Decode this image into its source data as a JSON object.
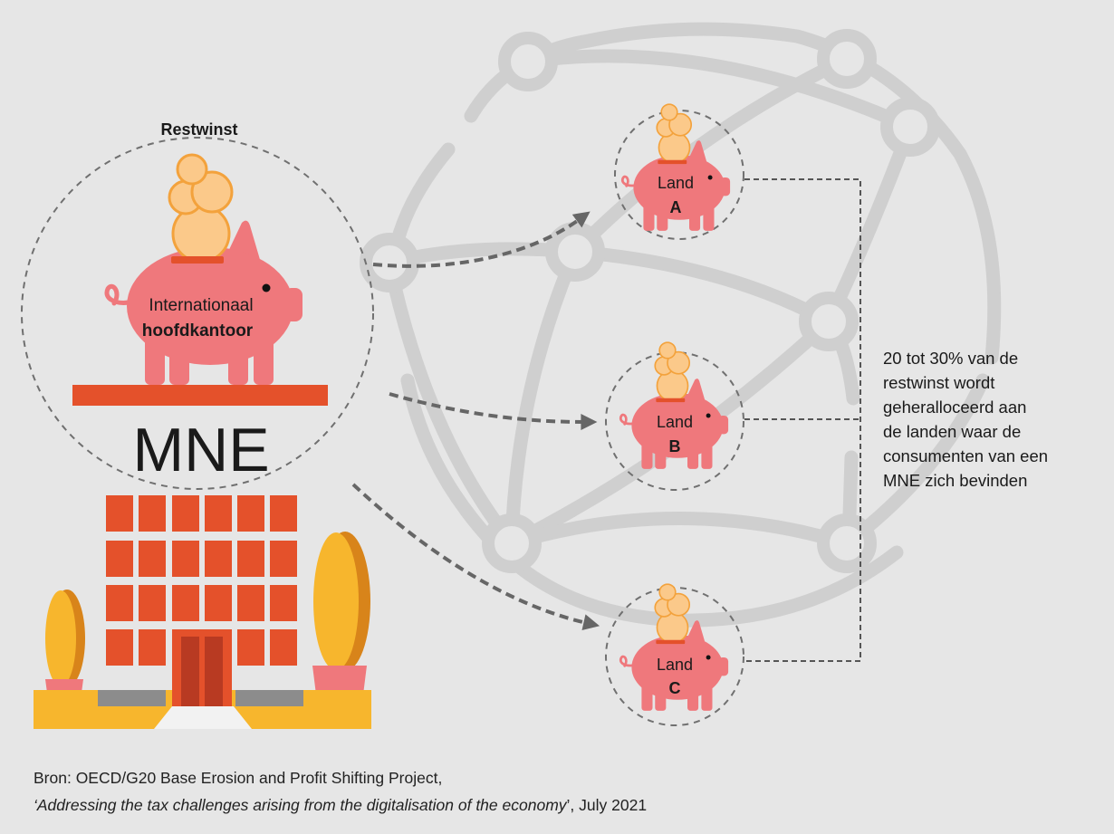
{
  "colors": {
    "background": "#e6e6e6",
    "pig": "#ef787c",
    "coin_fill": "#fbc98a",
    "coin_stroke": "#f3a23c",
    "accent_red": "#e4512b",
    "door_dark": "#b83a22",
    "building_yellow": "#f7b62d",
    "tree_shadow": "#d8841a",
    "step_gray": "#8c8c8c",
    "network_gray": "#cfcfcf",
    "arrow_gray": "#666666"
  },
  "icons": {
    "piggy_bank": "piggy-bank-icon",
    "coins": "coin-stack-icon",
    "building": "office-building-icon",
    "tree": "tree-icon",
    "network": "network-globe-icon"
  },
  "headquarters": {
    "title": "Restwinst",
    "label_line1": "Internationaal",
    "label_line2": "hoofdkantoor",
    "company": "MNE"
  },
  "countries": [
    {
      "label": "Land",
      "letter": "A"
    },
    {
      "label": "Land",
      "letter": "B"
    },
    {
      "label": "Land",
      "letter": "C"
    }
  ],
  "reallocation_note": {
    "lines": [
      "20 tot 30% van de",
      "restwinst wordt",
      "geheralloceerd aan",
      "de landen waar de",
      "consumenten van een",
      "MNE zich bevinden"
    ]
  },
  "source": {
    "line1": "Bron: OECD/G20 Base Erosion and Profit Shifting Project,",
    "line2_italic": "‘Addressing the tax challenges arising from the digitalisation of the economy",
    "line2_rest": "’, July 2021"
  }
}
